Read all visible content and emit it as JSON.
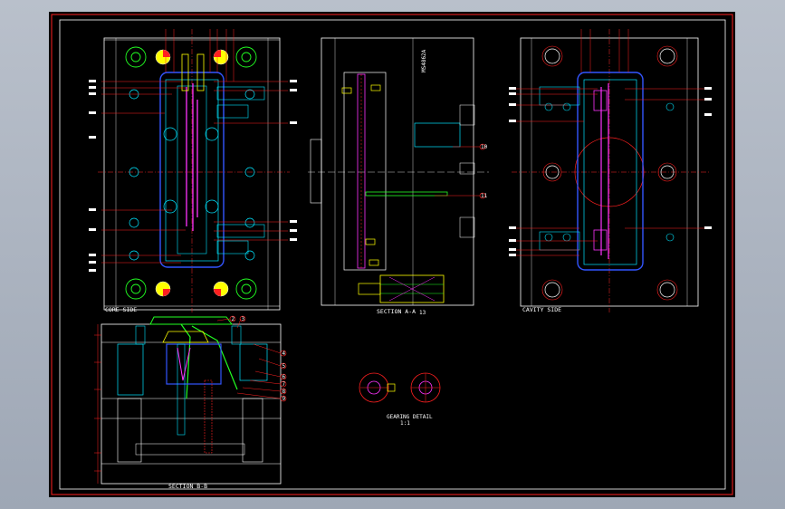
{
  "colors": {
    "paper": "#000000",
    "frame_outer": "#ff2020",
    "frame_inner": "#ffffff",
    "outline": "#ffffff",
    "center": "#ff2a2a",
    "cyan": "#00e5ff",
    "green": "#22ff22",
    "magenta": "#ff33ff",
    "yellow": "#ffff00",
    "blue": "#3355ff",
    "red": "#ff2020"
  },
  "views": {
    "core_side": "CORE SIDE",
    "section_aa": "SECTION A-A",
    "cavity_side": "CAVITY SIDE",
    "section_bb": "SECTION B-B",
    "detail": "GEARING DETAIL",
    "detail_scale": "1:1"
  },
  "section_aa_marker": "13",
  "vertical_note": "MS4862A",
  "balloons_aa": [
    "10",
    "11"
  ],
  "balloons_bb": [
    "2",
    "3",
    "4",
    "5",
    "6",
    "7",
    "8",
    "9"
  ]
}
